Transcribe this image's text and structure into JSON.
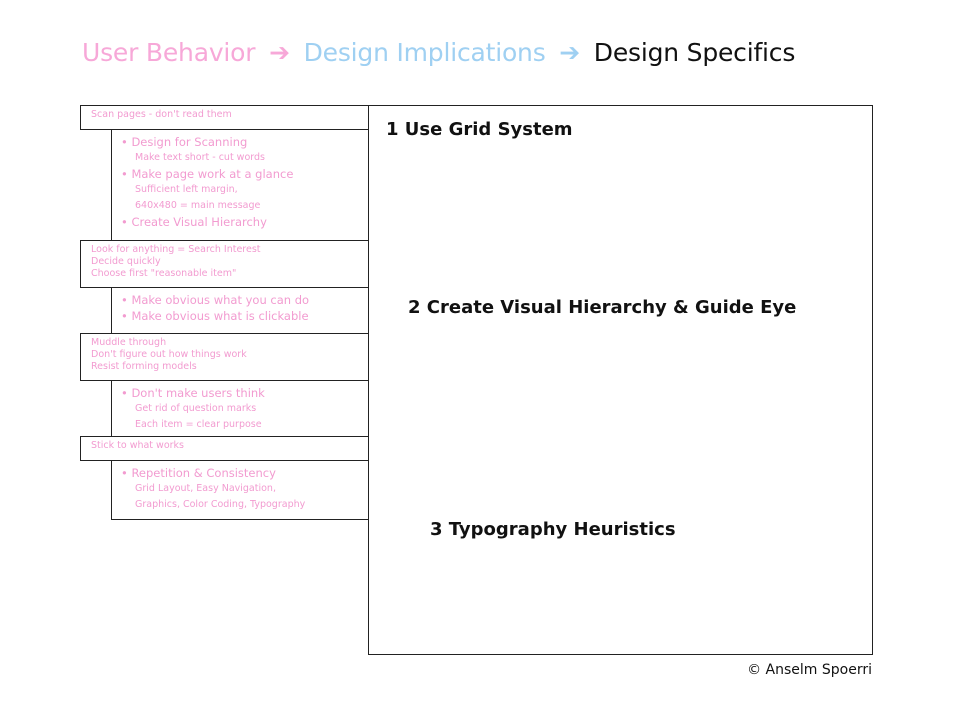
{
  "title": {
    "part1": "User Behavior",
    "part2": "Design Implications",
    "part3": "Design Specifics",
    "arrow": "➔"
  },
  "rows": [
    {
      "behavior": [
        "Scan pages - don't read them"
      ],
      "implications": [
        {
          "text": "• Design for Scanning",
          "sub": false
        },
        {
          "text": "Make text short - cut words",
          "sub": true
        },
        {
          "text": "• Make page work at a glance",
          "sub": false
        },
        {
          "text": "Sufficient left margin,",
          "sub": true
        },
        {
          "text": "640x480 = main message",
          "sub": true
        },
        {
          "text": "• Create Visual Hierarchy",
          "sub": false
        }
      ]
    },
    {
      "behavior": [
        "Look for anything = Search Interest",
        "Decide quickly",
        "Choose first \"reasonable item\""
      ],
      "implications": [
        {
          "text": "• Make obvious what you can do",
          "sub": false
        },
        {
          "text": "• Make obvious what is clickable",
          "sub": false
        }
      ]
    },
    {
      "behavior": [
        "Muddle through",
        "Don't figure out how things work",
        "Resist forming models"
      ],
      "implications": [
        {
          "text": "• Don't make users think",
          "sub": false
        },
        {
          "text": "Get rid of question marks",
          "sub": true
        },
        {
          "text": "Each item = clear purpose",
          "sub": true
        }
      ]
    },
    {
      "behavior": [
        "Stick to what works"
      ],
      "implications": [
        {
          "text": "• Repetition & Consistency",
          "sub": false
        },
        {
          "text": "Grid Layout, Easy Navigation,",
          "sub": true
        },
        {
          "text": "Graphics, Color Coding, Typography",
          "sub": true
        }
      ]
    }
  ],
  "specifics": [
    "1 Use Grid System",
    "2 Create Visual Hierarchy & Guide Eye",
    "3 Typography Heuristics"
  ],
  "copyright": "© Anselm Spoerri",
  "colors": {
    "behavior_text": "#f29bd0",
    "title_pink": "#f7a8d8",
    "title_blue": "#9fd0f2",
    "border": "#222222"
  }
}
